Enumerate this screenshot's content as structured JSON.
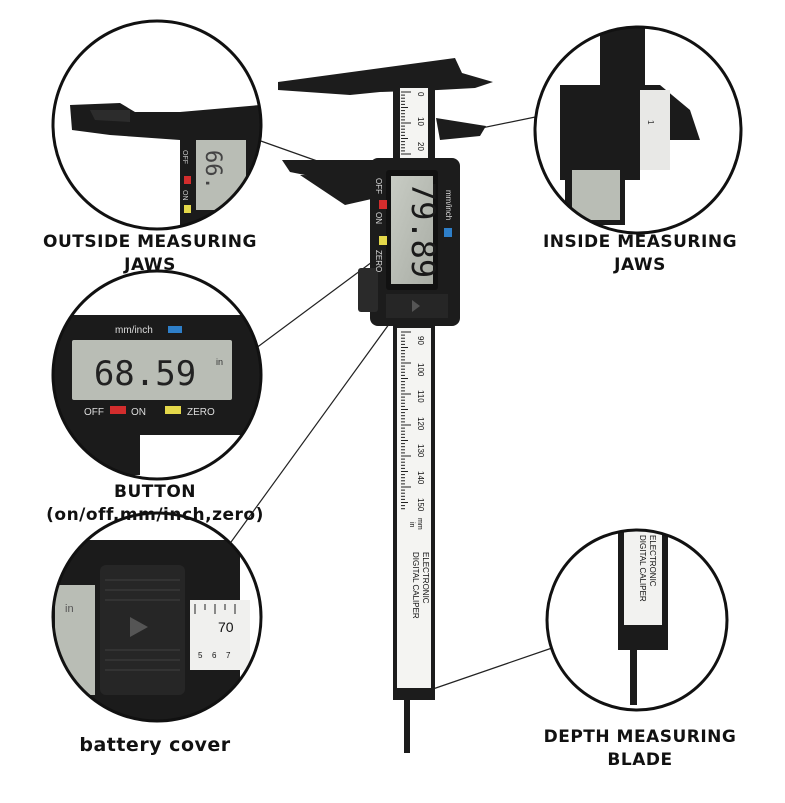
{
  "labels": {
    "outside_jaws": [
      "OUTSIDE MEASURING",
      "JAWS"
    ],
    "inside_jaws": [
      "INSIDE MEASURING",
      "JAWS"
    ],
    "button": [
      "BUTTON",
      "(on/off,mm/inch,zero)"
    ],
    "battery_cover": "battery cover",
    "depth_blade": [
      "DEPTH MEASURING",
      "BLADE"
    ]
  },
  "caliper": {
    "display_reading": "79.89",
    "zoom_display_reading": "68.59",
    "unit_mode": "mm/inch",
    "unit_indicator": "in",
    "buttons": {
      "off": "OFF",
      "on": "ON",
      "zero": "ZERO"
    },
    "brand_line1": "ELECTRONIC",
    "brand_line2": "DIGITAL CALIPER",
    "scale_unit": "mm",
    "scale_top": [
      "0",
      "10",
      "20"
    ],
    "scale_main": [
      "90",
      "100",
      "110",
      "120",
      "130",
      "140",
      "150"
    ],
    "battery_zoom_scale": "70",
    "battery_zoom_ticks": [
      "5",
      "6",
      "7"
    ],
    "zoom_partial_reading": "66.",
    "inch_tick_mark": "1"
  },
  "colors": {
    "body": "#1c1c1c",
    "lcd": "#b9bdb5",
    "off_red": "#d32d2d",
    "zero_yellow": "#e4d84a",
    "blue": "#2e7fc9"
  }
}
